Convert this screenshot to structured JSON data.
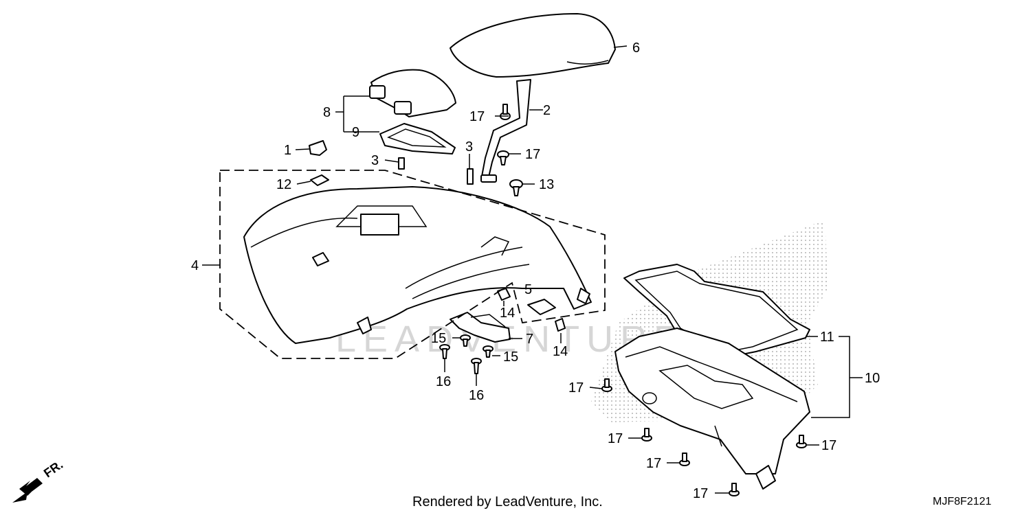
{
  "credit": "Rendered by LeadVenture, Inc.",
  "diagram_code": "MJF8F2121",
  "watermark": "LEADVENTURE",
  "direction_label": "FR.",
  "callouts": {
    "c1": "1",
    "c2": "2",
    "c3a": "3",
    "c3b": "3",
    "c4": "4",
    "c5": "5",
    "c6": "6",
    "c7": "7",
    "c8": "8",
    "c9": "9",
    "c10": "10",
    "c11": "11",
    "c12": "12",
    "c13": "13",
    "c14a": "14",
    "c14b": "14",
    "c15a": "15",
    "c15b": "15",
    "c16a": "16",
    "c16b": "16",
    "c17a": "17",
    "c17b": "17",
    "c17c": "17",
    "c17d": "17",
    "c17e": "17",
    "c17f": "17",
    "c17g": "17"
  }
}
